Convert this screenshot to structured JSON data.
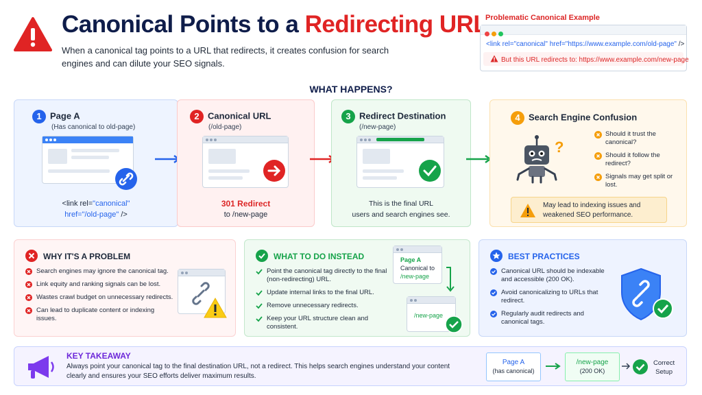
{
  "header": {
    "title_part1": "Canonical Points to a ",
    "title_part2": "Redirecting URL",
    "subtitle": "When a canonical tag points to a URL that redirects, it creates confusion for search engines and can dilute your SEO signals."
  },
  "example": {
    "title": "Problematic Canonical Example",
    "code_tag": "<link rel=",
    "code_rel": "\"canonical\"",
    "code_href": "href=",
    "code_url": "\"https://www.example.com/old-page\"",
    "code_end": "/>",
    "warning": "But this URL redirects to: https://www.example.com/new-page"
  },
  "what_happens": "WHAT HAPPENS?",
  "steps": [
    {
      "num": "1",
      "title": "Page A",
      "sub": "(Has canonical to old-page)",
      "foot1a": "<link rel=",
      "foot1b": "\"canonical\"",
      "foot2a": "href=",
      "foot2b": "\"/old-page\"",
      "foot2c": " />"
    },
    {
      "num": "2",
      "title": "Canonical URL",
      "sub": "(/old-page)",
      "foot1": "301 Redirect",
      "foot2": "to /new-page"
    },
    {
      "num": "3",
      "title": "Redirect Destination",
      "sub": "(/new-page)",
      "foot1": "This is the final URL",
      "foot2": "users and search engines see."
    },
    {
      "num": "4",
      "title": "Search Engine Confusion",
      "q1": "Should it trust the canonical?",
      "q2": "Should it follow the redirect?",
      "q3": "Signals may get split or lost.",
      "note": "May lead to indexing issues and weakened SEO performance."
    }
  ],
  "problem": {
    "title": "WHY IT'S A PROBLEM",
    "items": [
      "Search engines may ignore the canonical tag.",
      "Link equity and ranking signals can be lost.",
      "Wastes crawl budget on unnecessary redirects.",
      "Can lead to duplicate content or indexing issues."
    ]
  },
  "instead": {
    "title": "WHAT TO DO INSTEAD",
    "items": [
      "Point the canonical tag directly to the final (non-redirecting) URL.",
      "Update internal links to the final URL.",
      "Remove unnecessary redirects.",
      "Keep your URL structure clean and consistent."
    ],
    "box1_title": "Page A",
    "box1_line1": "Canonical to",
    "box1_line2": "/new-page",
    "box2": "/new-page"
  },
  "best": {
    "title": "BEST PRACTICES",
    "items": [
      "Canonical URL should be indexable and accessible (200 OK).",
      "Avoid canonicalizing to URLs that redirect.",
      "Regularly audit redirects and canonical tags."
    ]
  },
  "takeaway": {
    "title": "KEY TAKEAWAY",
    "text": "Always point your canonical tag to the final destination URL, not a redirect. This helps search engines understand your content clearly and ensures your SEO efforts deliver maximum results.",
    "flow_a1": "Page A",
    "flow_a2": "(has canonical)",
    "flow_b1": "/new-page",
    "flow_b2": "(200 OK)",
    "flow_c1": "Correct",
    "flow_c2": "Setup"
  },
  "colors": {
    "blue": "#2563eb",
    "red": "#e02424",
    "green": "#16a34a",
    "orange": "#f59e0b",
    "navy": "#0f1d4a"
  }
}
